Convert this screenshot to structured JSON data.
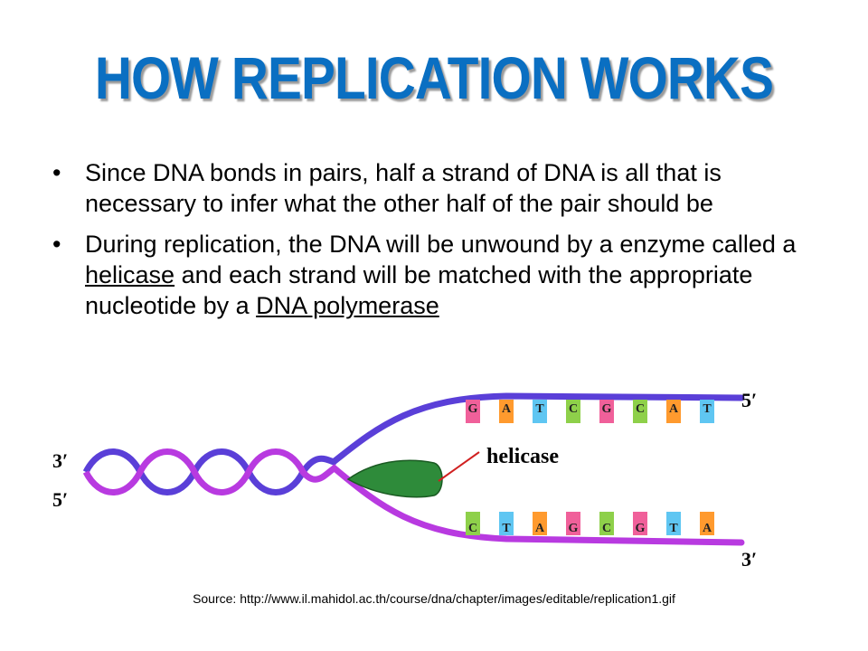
{
  "slide": {
    "title": "HOW REPLICATION WORKS",
    "bullets": [
      {
        "text": "Since DNA bonds in pairs, half a strand of DNA is all that is necessary to infer what the other half of the pair should be"
      },
      {
        "pre": "During replication, the DNA will be unwound by a enzyme called a ",
        "link1": "helicase",
        "mid": " and each strand will be matched with the appropriate nucleotide by a ",
        "link2": "DNA polymerase"
      }
    ],
    "source": "Source: http://www.il.mahidol.ac.th/course/dna/chapter/images/editable/replication1.gif"
  },
  "diagram": {
    "labels": {
      "left_top": "3′",
      "left_bottom": "5′",
      "right_top": "5′",
      "right_bottom": "3′",
      "enzyme": "helicase"
    },
    "top_strand_bases": [
      "G",
      "A",
      "T",
      "C",
      "G",
      "C",
      "A",
      "T"
    ],
    "bottom_strand_bases": [
      "C",
      "T",
      "A",
      "G",
      "C",
      "G",
      "T",
      "A"
    ],
    "base_colors": {
      "G": "#f0609a",
      "A": "#ff9a2e",
      "T": "#5fc6f2",
      "C": "#8ed04a"
    },
    "strand_colors": {
      "upper": "#5a3fd8",
      "lower": "#b83ae0"
    },
    "enzyme_color": "#2e8b3a",
    "pointer_color": "#d02020"
  }
}
